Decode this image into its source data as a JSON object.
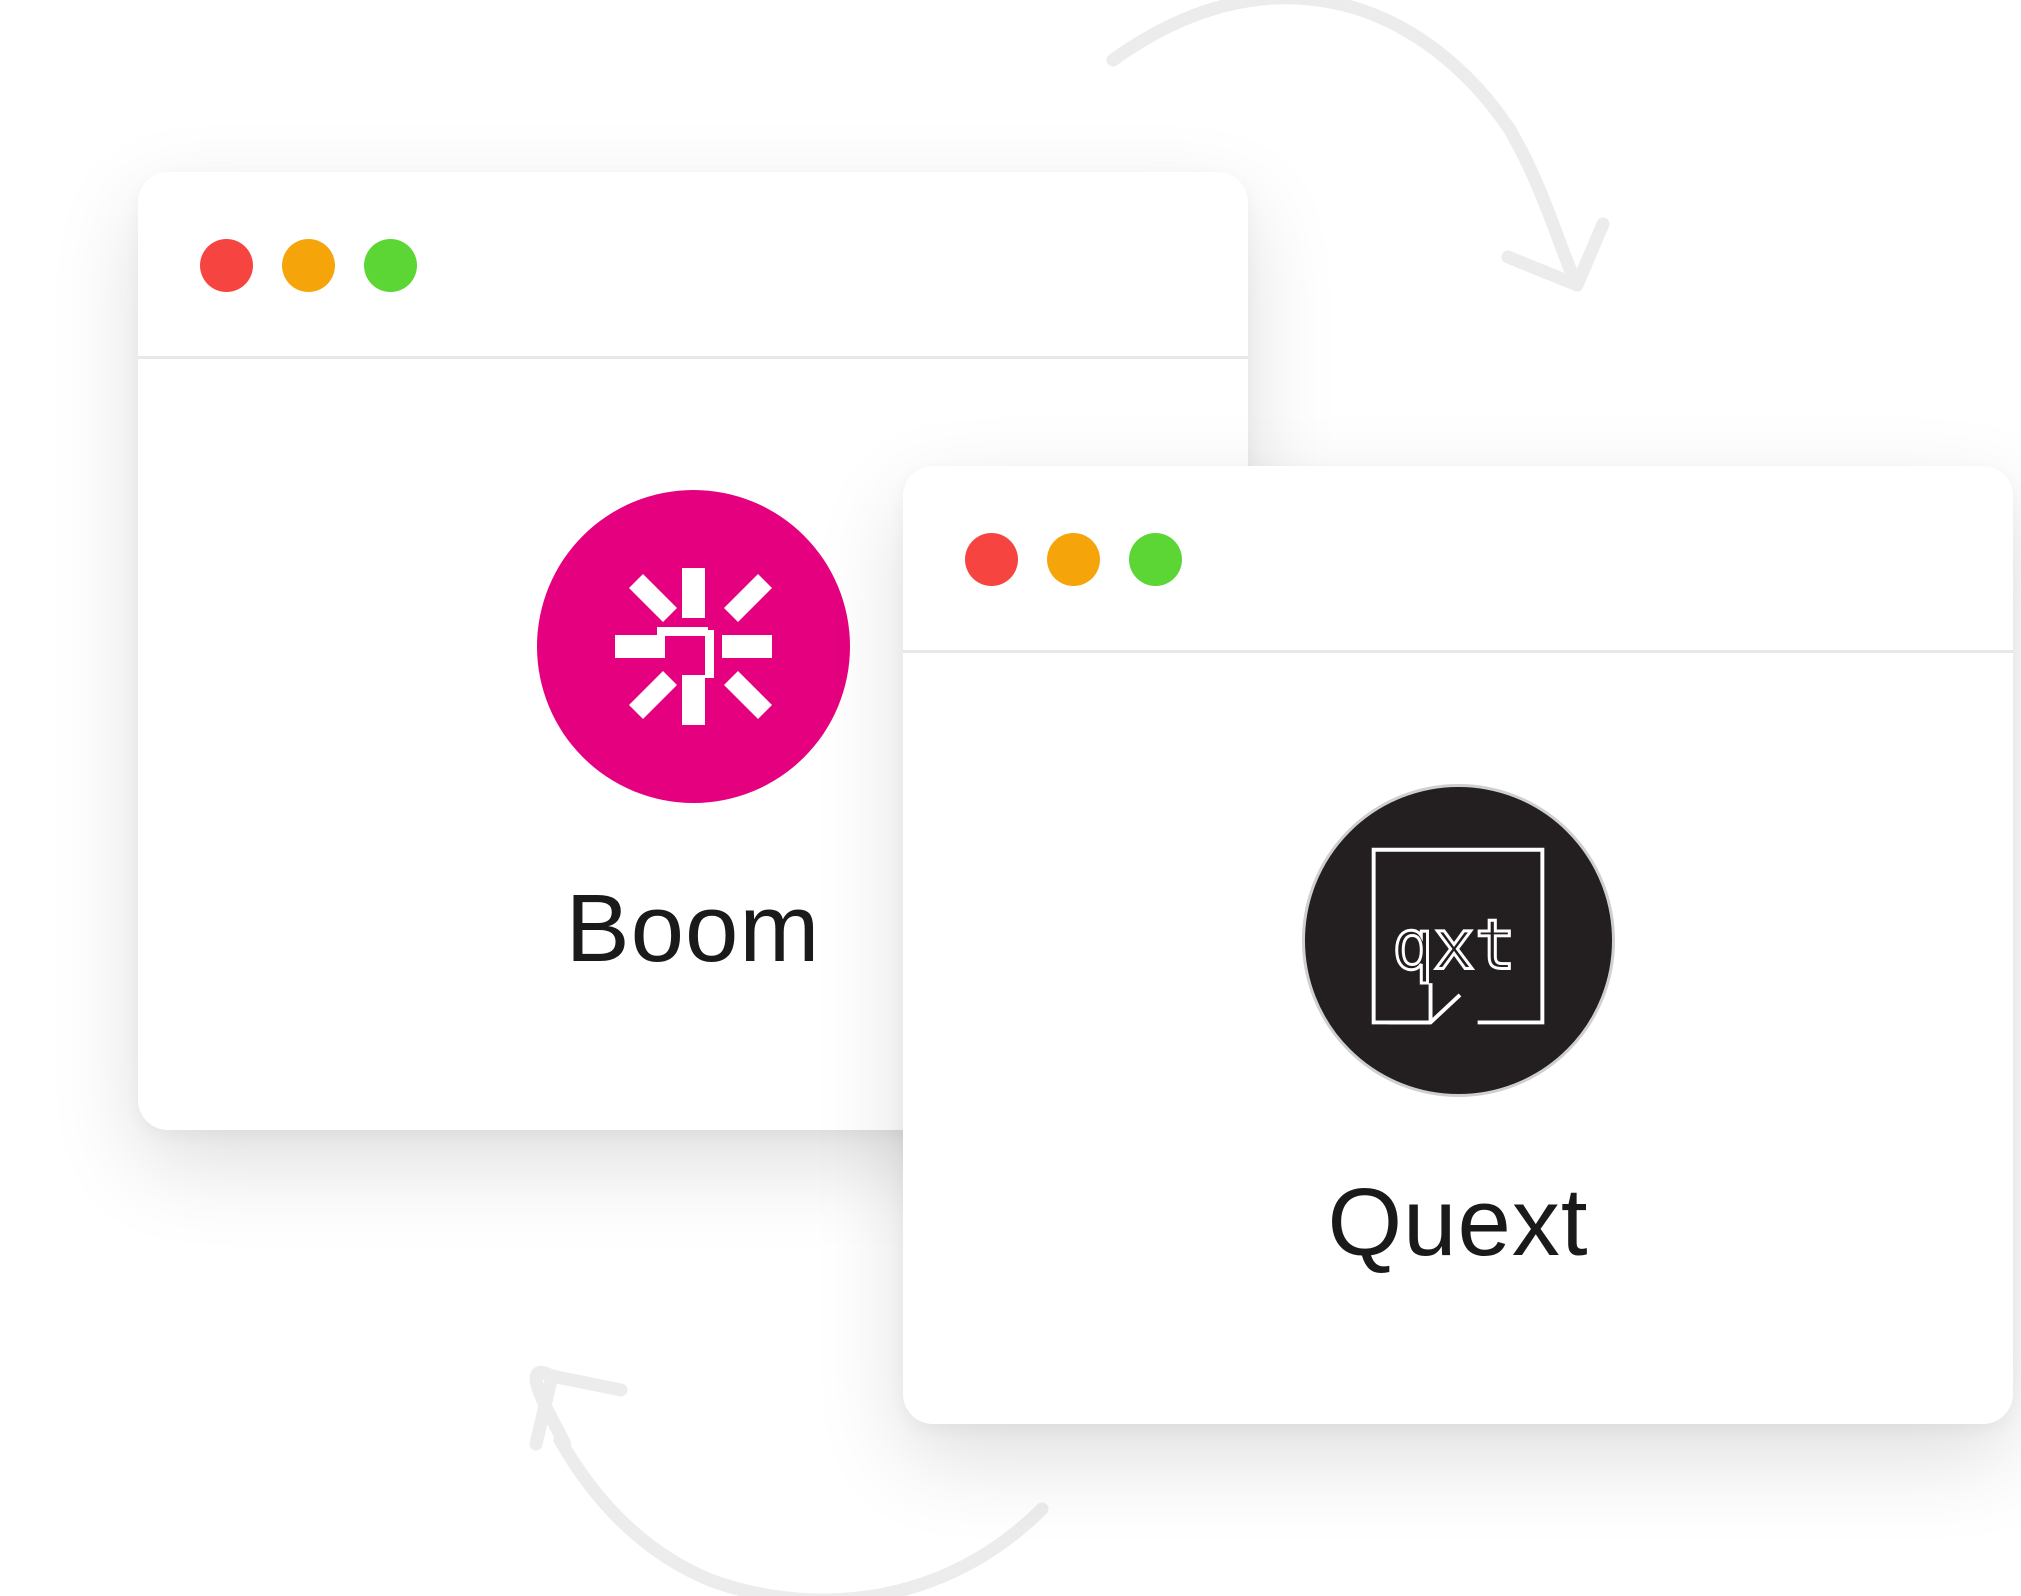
{
  "windows": [
    {
      "id": "boom",
      "app_name": "Boom",
      "logo_icon": "boom-asterisk-arrows-icon",
      "logo_background": "#e5007f"
    },
    {
      "id": "quext",
      "app_name": "Quext",
      "logo_icon": "quext-qxt-icon",
      "logo_text": "qxt",
      "logo_background": "#231f20"
    }
  ],
  "window_controls": {
    "close_color": "#f64440",
    "minimize_color": "#f5a50a",
    "maximize_color": "#5bd634"
  },
  "decorations": {
    "sync_arrow_top": "curved-arrow-clockwise-icon",
    "sync_arrow_bottom": "curved-arrow-clockwise-icon",
    "arrow_color": "#ececec"
  }
}
